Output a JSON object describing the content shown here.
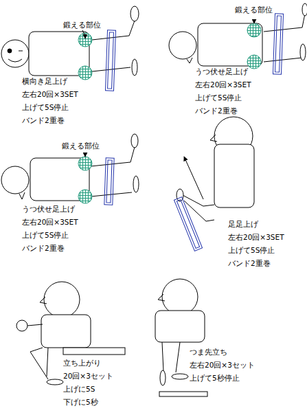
{
  "diagram": {
    "labels": [
      "鍛える部位",
      "横向き足上げ",
      "左右20回×3SET",
      "上げて5S停止",
      "バンド2重巻",
      "鍛える部位",
      "うつ伏せ足上げ",
      "左右20回×3SET",
      "上げて5S停止",
      "バンド2重巻",
      "鍛える部位",
      "うつ伏せ足上げ",
      "左右20回×3SET",
      "上げて5S停止",
      "バンド2重巻",
      "足足上げ",
      "左右20回×3SET",
      "上げて5S停止",
      "バンド2重巻",
      "立ち上がり",
      "20回×3セット",
      "上げに5S",
      "下げに5秒",
      "つま先立ち",
      "左右20回×3セット",
      "上げて5秒停止"
    ]
  }
}
